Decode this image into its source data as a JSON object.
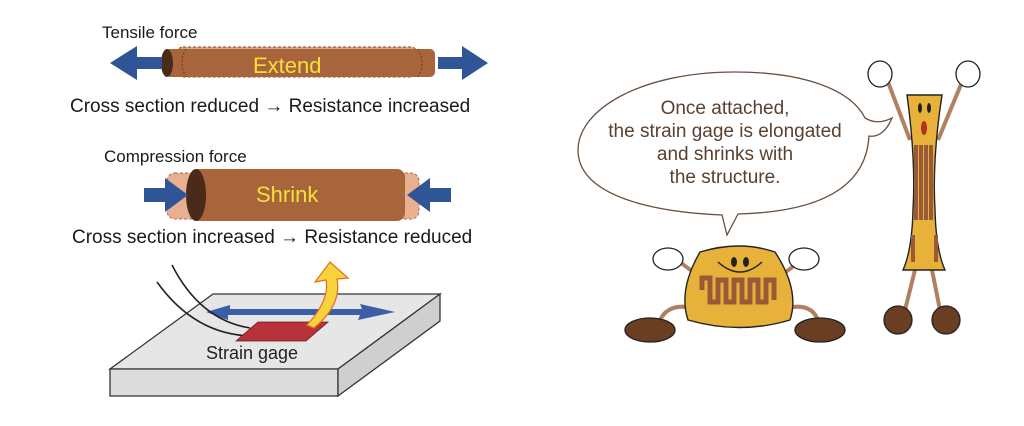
{
  "tensile": {
    "title": "Tensile force",
    "word": "Extend",
    "caption": "Cross section reduced → Resistance increased"
  },
  "compression": {
    "title": "Compression force",
    "word": "Shrink",
    "caption": "Cross section increased → Resistance reduced"
  },
  "plate": {
    "label": "Strain gage"
  },
  "bubble": {
    "lines": [
      "Once attached,",
      "the strain gage is elongated",
      "and shrinks with",
      "the structure."
    ]
  },
  "colors": {
    "arrow_blue": "#2f5597",
    "rod_brown": "#a8643a",
    "rod_dark": "#4a2a18",
    "word_yellow": "#f5e03a",
    "gage_red": "#b8323a",
    "plate_gray": "#e4e4e4",
    "character_yellow": "#e8b23a",
    "character_grid": "#9a5a36",
    "bubble_text": "#5a4030"
  }
}
